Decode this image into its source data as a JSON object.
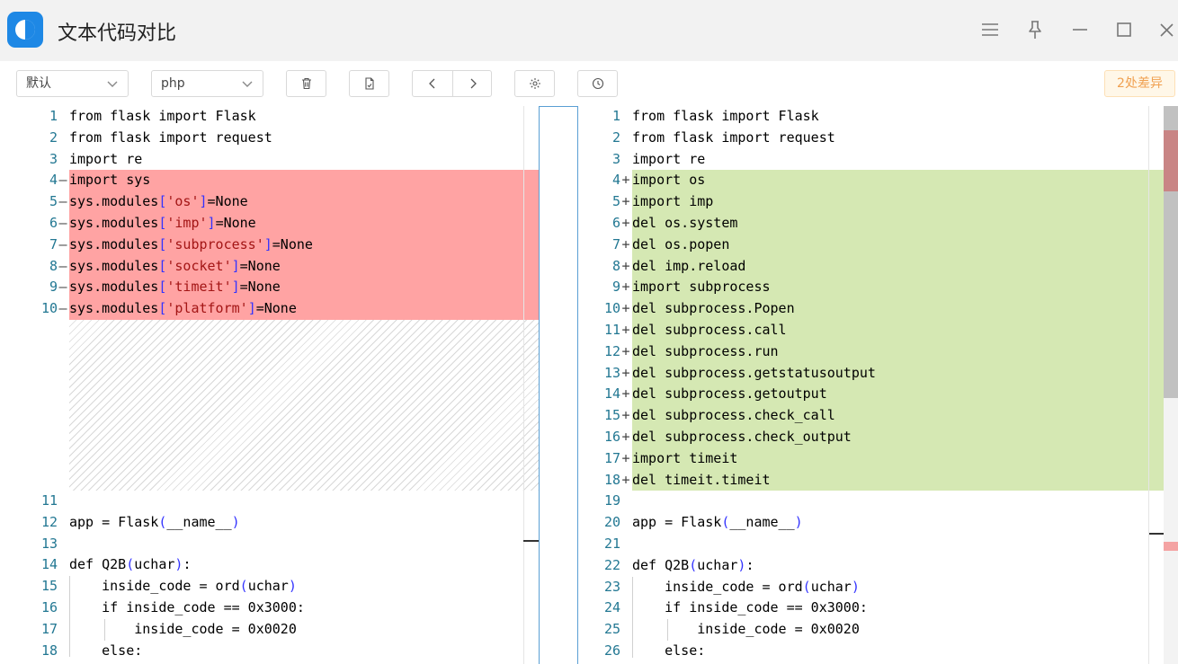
{
  "app": {
    "title": "文本代码对比"
  },
  "toolbar": {
    "mode_select": "默认",
    "lang_select": "php",
    "diff_count": "2处差异"
  },
  "icons": {
    "logo": "app-logo-icon",
    "menu": "menu-icon",
    "pin": "pin-icon",
    "minimize": "minimize-icon",
    "maximize": "maximize-icon",
    "close": "close-icon",
    "trash": "trash-icon",
    "file": "file-icon",
    "prev": "chevron-left-icon",
    "next": "chevron-right-icon",
    "settings": "gear-icon",
    "history": "clock-icon"
  },
  "colors": {
    "deleted": "#ffa3a3",
    "inserted": "#d5e8b3",
    "line_number": "#237893",
    "accent": "#1e88e5",
    "badge_text": "#f0a050"
  },
  "left": {
    "lines": [
      {
        "n": "1",
        "mark": "",
        "text": "from flask import Flask"
      },
      {
        "n": "2",
        "mark": "",
        "text": "from flask import request"
      },
      {
        "n": "3",
        "mark": "",
        "text": "import re"
      },
      {
        "n": "4",
        "mark": "—",
        "text": "import sys"
      },
      {
        "n": "5",
        "mark": "—",
        "text": "sys.modules['os']=None"
      },
      {
        "n": "6",
        "mark": "—",
        "text": "sys.modules['imp']=None"
      },
      {
        "n": "7",
        "mark": "—",
        "text": "sys.modules['subprocess']=None"
      },
      {
        "n": "8",
        "mark": "—",
        "text": "sys.modules['socket']=None"
      },
      {
        "n": "9",
        "mark": "—",
        "text": "sys.modules['timeit']=None"
      },
      {
        "n": "10",
        "mark": "—",
        "text": "sys.modules['platform']=None"
      },
      {
        "n": "11",
        "mark": "",
        "text": ""
      },
      {
        "n": "12",
        "mark": "",
        "text": "app = Flask(__name__)"
      },
      {
        "n": "13",
        "mark": "",
        "text": ""
      },
      {
        "n": "14",
        "mark": "",
        "text": "def Q2B(uchar):"
      },
      {
        "n": "15",
        "mark": "",
        "text": "    inside_code = ord(uchar)"
      },
      {
        "n": "16",
        "mark": "",
        "text": "    if inside_code == 0x3000:"
      },
      {
        "n": "17",
        "mark": "",
        "text": "        inside_code = 0x0020"
      },
      {
        "n": "18",
        "mark": "",
        "text": "    else:"
      }
    ]
  },
  "right": {
    "lines": [
      {
        "n": "1",
        "mark": "",
        "text": "from flask import Flask"
      },
      {
        "n": "2",
        "mark": "",
        "text": "from flask import request"
      },
      {
        "n": "3",
        "mark": "",
        "text": "import re"
      },
      {
        "n": "4",
        "mark": "+",
        "text": "import os"
      },
      {
        "n": "5",
        "mark": "+",
        "text": "import imp"
      },
      {
        "n": "6",
        "mark": "+",
        "text": "del os.system"
      },
      {
        "n": "7",
        "mark": "+",
        "text": "del os.popen"
      },
      {
        "n": "8",
        "mark": "+",
        "text": "del imp.reload"
      },
      {
        "n": "9",
        "mark": "+",
        "text": "import subprocess"
      },
      {
        "n": "10",
        "mark": "+",
        "text": "del subprocess.Popen"
      },
      {
        "n": "11",
        "mark": "+",
        "text": "del subprocess.call"
      },
      {
        "n": "12",
        "mark": "+",
        "text": "del subprocess.run"
      },
      {
        "n": "13",
        "mark": "+",
        "text": "del subprocess.getstatusoutput"
      },
      {
        "n": "14",
        "mark": "+",
        "text": "del subprocess.getoutput"
      },
      {
        "n": "15",
        "mark": "+",
        "text": "del subprocess.check_call"
      },
      {
        "n": "16",
        "mark": "+",
        "text": "del subprocess.check_output"
      },
      {
        "n": "17",
        "mark": "+",
        "text": "import timeit"
      },
      {
        "n": "18",
        "mark": "+",
        "text": "del timeit.timeit"
      },
      {
        "n": "19",
        "mark": "",
        "text": ""
      },
      {
        "n": "20",
        "mark": "",
        "text": "app = Flask(__name__)"
      },
      {
        "n": "21",
        "mark": "",
        "text": ""
      },
      {
        "n": "22",
        "mark": "",
        "text": "def Q2B(uchar):"
      },
      {
        "n": "23",
        "mark": "",
        "text": "    inside_code = ord(uchar)"
      },
      {
        "n": "24",
        "mark": "",
        "text": "    if inside_code == 0x3000:"
      },
      {
        "n": "25",
        "mark": "",
        "text": "        inside_code = 0x0020"
      },
      {
        "n": "26",
        "mark": "",
        "text": "    else:"
      }
    ]
  }
}
